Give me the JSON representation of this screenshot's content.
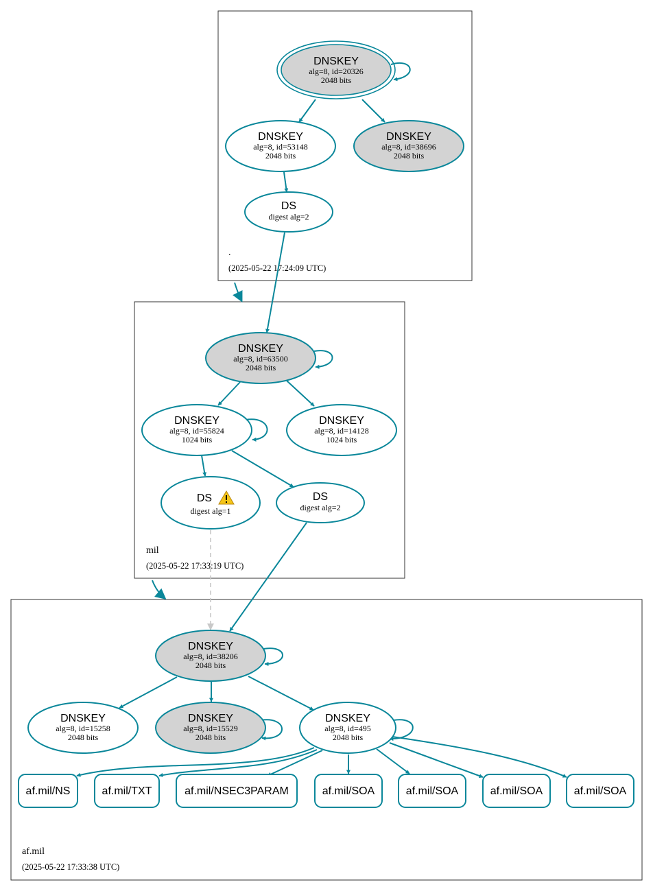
{
  "colors": {
    "accent": "#0a879a",
    "sep_fill": "#d3d3d3",
    "insecure_edge": "#c8c8c8",
    "warning": "#f5c518"
  },
  "zones": {
    "root": {
      "label": ".",
      "timestamp": "(2025-05-22 17:24:09 UTC)"
    },
    "mil": {
      "label": "mil",
      "timestamp": "(2025-05-22 17:33:19 UTC)"
    },
    "afmil": {
      "label": "af.mil",
      "timestamp": "(2025-05-22 17:33:38 UTC)"
    }
  },
  "nodes": {
    "root_ksk": {
      "title": "DNSKEY",
      "line1": "alg=8, id=20326",
      "line2": "2048 bits"
    },
    "root_zsk1": {
      "title": "DNSKEY",
      "line1": "alg=8, id=53148",
      "line2": "2048 bits"
    },
    "root_zsk2": {
      "title": "DNSKEY",
      "line1": "alg=8, id=38696",
      "line2": "2048 bits"
    },
    "root_ds": {
      "title": "DS",
      "line1": "digest alg=2"
    },
    "mil_ksk": {
      "title": "DNSKEY",
      "line1": "alg=8, id=63500",
      "line2": "2048 bits"
    },
    "mil_zsk1": {
      "title": "DNSKEY",
      "line1": "alg=8, id=55824",
      "line2": "1024 bits"
    },
    "mil_zsk2": {
      "title": "DNSKEY",
      "line1": "alg=8, id=14128",
      "line2": "1024 bits"
    },
    "mil_ds1": {
      "title": "DS",
      "line1": "digest alg=1"
    },
    "mil_ds2": {
      "title": "DS",
      "line1": "digest alg=2"
    },
    "af_ksk": {
      "title": "DNSKEY",
      "line1": "alg=8, id=38206",
      "line2": "2048 bits"
    },
    "af_k1": {
      "title": "DNSKEY",
      "line1": "alg=8, id=15258",
      "line2": "2048 bits"
    },
    "af_k2": {
      "title": "DNSKEY",
      "line1": "alg=8, id=15529",
      "line2": "2048 bits"
    },
    "af_k3": {
      "title": "DNSKEY",
      "line1": "alg=8, id=495",
      "line2": "2048 bits"
    }
  },
  "rrsets": {
    "ns": "af.mil/NS",
    "txt": "af.mil/TXT",
    "nsec3param": "af.mil/NSEC3PARAM",
    "soa1": "af.mil/SOA",
    "soa2": "af.mil/SOA",
    "soa3": "af.mil/SOA",
    "soa4": "af.mil/SOA"
  }
}
